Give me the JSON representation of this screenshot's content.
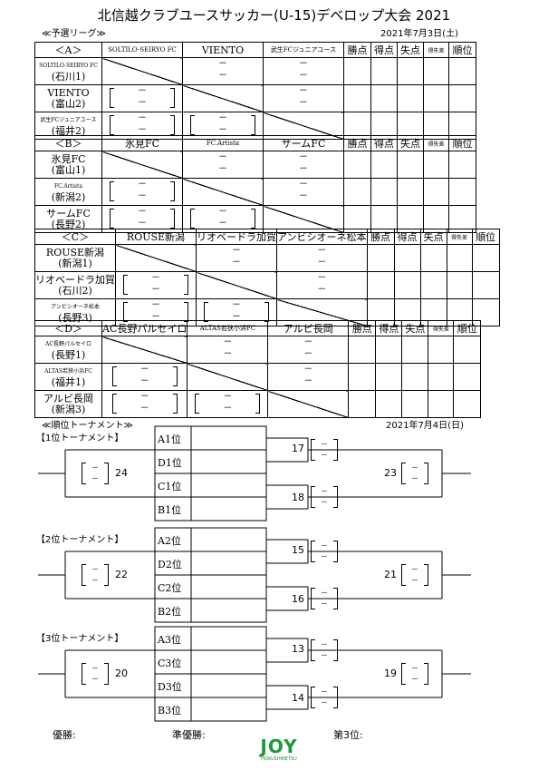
{
  "title": "北信越クラブユースサッカー(U-15)デベロップ大会 2021",
  "league": {
    "label": "≪予選リーグ≫",
    "date": "2021年7月3日(土)",
    "stat_headers": [
      "勝点",
      "得点",
      "失点",
      "得失差",
      "順位"
    ],
    "dash": "－",
    "groups": [
      {
        "name": "＜A＞",
        "col_teams": [
          "SOLTILO-SEIRYO FC",
          "VIENTO",
          "武生FCジュニアユース"
        ],
        "rows": [
          {
            "l1": "SOLTILO-SEIRYO FC",
            "l2": "(石川1)"
          },
          {
            "l1": "VIENTO",
            "l2": "(富山2)"
          },
          {
            "l1": "武生FCジュニアユース",
            "l2": "(福井2)"
          }
        ]
      },
      {
        "name": "＜B＞",
        "col_teams": [
          "氷見FC",
          "FC.Artista",
          "サームFC"
        ],
        "rows": [
          {
            "l1": "氷見FC",
            "l2": "(富山1)"
          },
          {
            "l1": "FC.Artista",
            "l2": "(新潟2)"
          },
          {
            "l1": "サームFC",
            "l2": "(長野2)"
          }
        ]
      },
      {
        "name": "＜C＞",
        "col_teams": [
          "ROUSE新潟",
          "リオベードラ加賀",
          "アンビシオーネ松本"
        ],
        "rows": [
          {
            "l1": "ROUSE新潟",
            "l2": "(新潟1)"
          },
          {
            "l1": "リオベードラ加賀",
            "l2": "(石川2)"
          },
          {
            "l1": "アンビシオーネ松本",
            "l2": "(長野3)"
          }
        ]
      },
      {
        "name": "＜D＞",
        "col_teams": [
          "AC長野パルセイロ",
          "ALTAS若狭小浜FC",
          "アルビ長岡"
        ],
        "rows": [
          {
            "l1": "AC長野パルセイロ",
            "l2": "(長野1)"
          },
          {
            "l1": "ALTAS若狭小浜FC",
            "l2": "(福井1)"
          },
          {
            "l1": "アルビ長岡",
            "l2": "(新潟3)"
          }
        ]
      }
    ]
  },
  "tournament": {
    "label": "≪順位トーナメント≫",
    "date": "2021年7月4日(日)",
    "brackets": [
      {
        "name": "【1位トーナメント】",
        "seeds": [
          "A1位",
          "D1位",
          "C1位",
          "B1位"
        ],
        "semi_top": "17",
        "semi_bottom": "18",
        "left_final": "24",
        "right_final": "23"
      },
      {
        "name": "【2位トーナメント】",
        "seeds": [
          "A2位",
          "D2位",
          "C2位",
          "B2位"
        ],
        "semi_top": "15",
        "semi_bottom": "16",
        "left_final": "22",
        "right_final": "21"
      },
      {
        "name": "【3位トーナメント】",
        "seeds": [
          "A3位",
          "C3位",
          "D3位",
          "B3位"
        ],
        "semi_top": "13",
        "semi_bottom": "14",
        "left_final": "20",
        "right_final": "19"
      }
    ]
  },
  "footer": {
    "winner": "優勝:",
    "runner_up": "準優勝:",
    "third": "第3位:",
    "logo_text": "JOY",
    "logo_sub": "HOKUSHINETSU"
  }
}
